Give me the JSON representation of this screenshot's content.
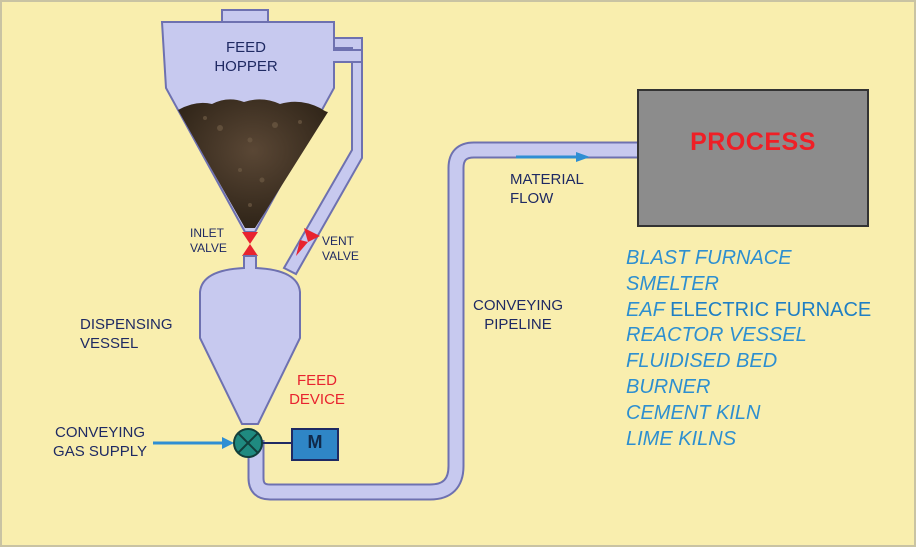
{
  "colors": {
    "background": "#f9eeae",
    "equipment_fill": "#c7c9ef",
    "equipment_stroke": "#6e71b0",
    "process_box": "#8c8c8c",
    "label_text": "#1f2a63",
    "accent_red": "#e8232f",
    "list_text": "#2d8fd0",
    "arrow_blue": "#2f8ed3",
    "motor_fill": "#2f86c6",
    "feed_valve_fill": "#1f8a80"
  },
  "labels": {
    "feed_hopper_line1": "FEED",
    "feed_hopper_line2": "HOPPER",
    "inlet_valve_line1": "INLET",
    "inlet_valve_line2": "VALVE",
    "vent_valve_line1": "VENT",
    "vent_valve_line2": "VALVE",
    "dispensing_vessel_line1": "DISPENSING",
    "dispensing_vessel_line2": "VESSEL",
    "feed_device_line1": "FEED",
    "feed_device_line2": "DEVICE",
    "gas_supply_line1": "CONVEYING",
    "gas_supply_line2": "GAS SUPPLY",
    "motor": "M",
    "pipeline_line1": "CONVEYING",
    "pipeline_line2": "PIPELINE",
    "material_flow_line1": "MATERIAL",
    "material_flow_line2": "FLOW",
    "process": "PROCESS"
  },
  "process_list": {
    "blast_furnace": "BLAST FURNACE",
    "smelter": "SMELTER",
    "eaf_prefix": "EAF",
    "eaf_suffix": "ELECTRIC FURNACE",
    "reactor_vessel": "REACTOR VESSEL",
    "fluidised_bed": "FLUIDISED BED",
    "burner": "BURNER",
    "cement_kiln": "CEMENT KILN",
    "lime_kilns": "LIME KILNS"
  }
}
